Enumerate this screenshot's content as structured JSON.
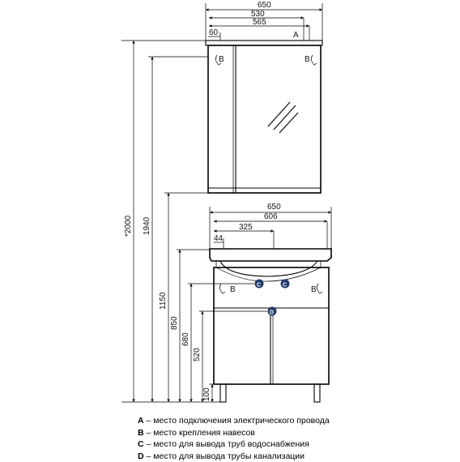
{
  "dimensions": {
    "mirror_width_total": "650",
    "mirror_width_530": "530",
    "mirror_width_565": "565",
    "mirror_offset_60": "60",
    "height_2000": "*2000",
    "height_1940": "1940",
    "height_1150": "1150",
    "height_850": "850",
    "height_680": "680",
    "height_520": "520",
    "height_100": "100",
    "cabinet_width_650": "650",
    "cabinet_width_606": "606",
    "cabinet_width_325": "325",
    "cabinet_offset_44": "44"
  },
  "markers": {
    "a": "A",
    "b": "B",
    "c": "C",
    "d": "D"
  },
  "legend": [
    {
      "key": "A",
      "text": " – место подключения электрического провода"
    },
    {
      "key": "B",
      "text": " – место крепления навесов"
    },
    {
      "key": "C",
      "text": " – место для вывода труб водоснабжения"
    },
    {
      "key": "D",
      "text": " – место для вывода трубы канализации"
    }
  ],
  "colors": {
    "marker_fill": "#1f3a6b",
    "line": "#000000"
  }
}
